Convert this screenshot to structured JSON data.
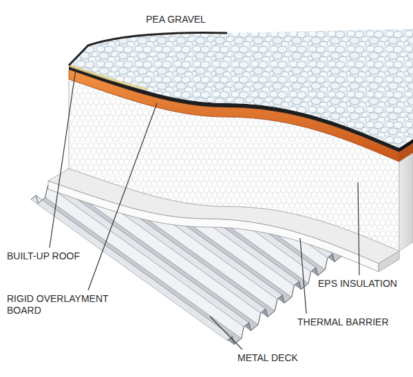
{
  "diagram": {
    "labels": [
      "PEA GRAVEL",
      "BUILT-UP ROOF",
      "RIGID OVERLAYMENT BOARD",
      "EPS INSULATION",
      "THERMAL BARRIER",
      "METAL DECK"
    ]
  }
}
